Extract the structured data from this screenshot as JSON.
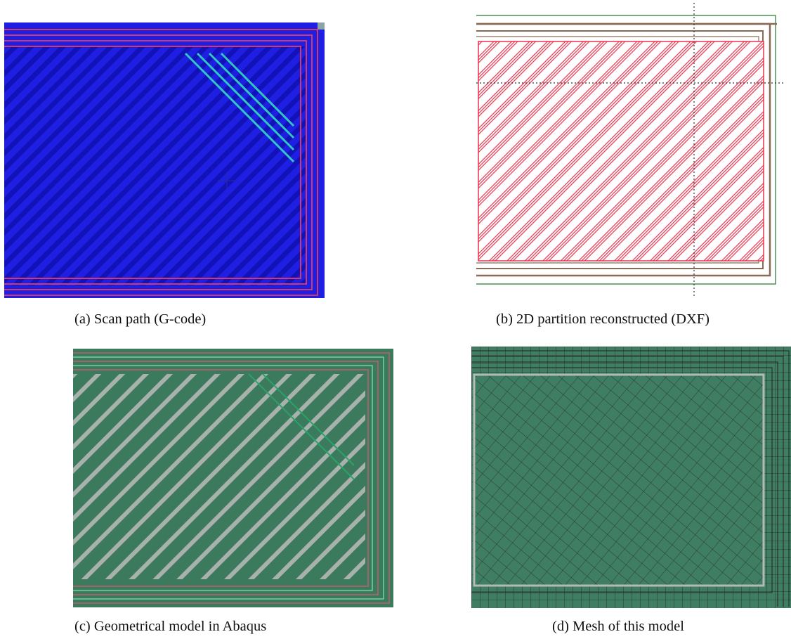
{
  "figures": [
    {
      "id": "a",
      "caption": "(a)  Scan path (G-code)",
      "colors": {
        "background": "#1f1fe3",
        "stripe": "#1212b8",
        "contour": "#d23a6e",
        "highlight": "#2fc7c0"
      }
    },
    {
      "id": "b",
      "caption": "(b)  2D partition reconstructed (DXF)",
      "colors": {
        "hatch": "#e8334f",
        "contour": "#8a6a55",
        "outer_frame": "#4d9152",
        "axis": "#333333"
      }
    },
    {
      "id": "c",
      "caption": "(c)  Geometrical model in Abaqus",
      "colors": {
        "fill": "#3b7a5d",
        "gap": "#a9b1ad",
        "contour": "#c06070",
        "edge": "#6fd3a3"
      }
    },
    {
      "id": "d",
      "caption": "(d)  Mesh of this model",
      "colors": {
        "fill": "#3f7e62",
        "mesh": "#222222",
        "gap": "#b4bab7"
      }
    }
  ]
}
